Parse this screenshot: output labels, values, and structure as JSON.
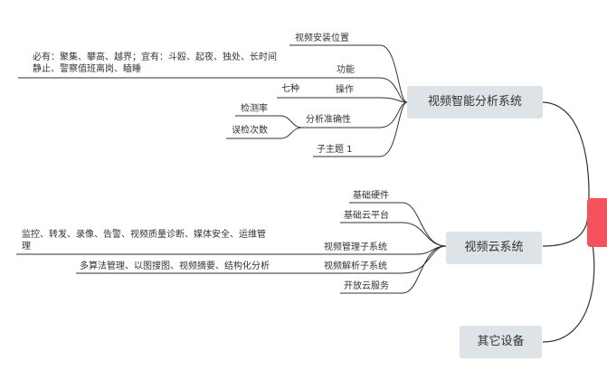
{
  "colors": {
    "line": "#333333",
    "node_bg": "#dde3e6",
    "root": "#f4525c"
  },
  "branches": {
    "video_analysis": {
      "label": "视频智能分析系统",
      "children": {
        "install_position": "视频安装位置",
        "function": "功能",
        "function_note_line1": "必有：聚集、攀高、越界；宜有：斗殴、起夜、独处、长时间",
        "function_note_line2": "静止、警察值班离岗、瞌睡",
        "operation": "操作",
        "operation_note": "七种",
        "accuracy": "分析准确性",
        "detection_rate": "检测率",
        "false_detections": "误检次数",
        "subtopic": "子主题 1"
      }
    },
    "video_cloud": {
      "label": "视频云系统",
      "children": {
        "hardware": "基础硬件",
        "cloud_platform": "基础云平台",
        "management_subsystem": "视频管理子系统",
        "management_note_line1": "监控、转发、录像、告警、视频质量诊断、媒体安全、运维管",
        "management_note_line2": "理",
        "parsing_subsystem": "视频解析子系统",
        "parsing_note": "多算法管理、以图搜图、视频摘要、结构化分析",
        "open_cloud": "开放云服务"
      }
    },
    "other_devices": {
      "label": "其它设备"
    }
  }
}
